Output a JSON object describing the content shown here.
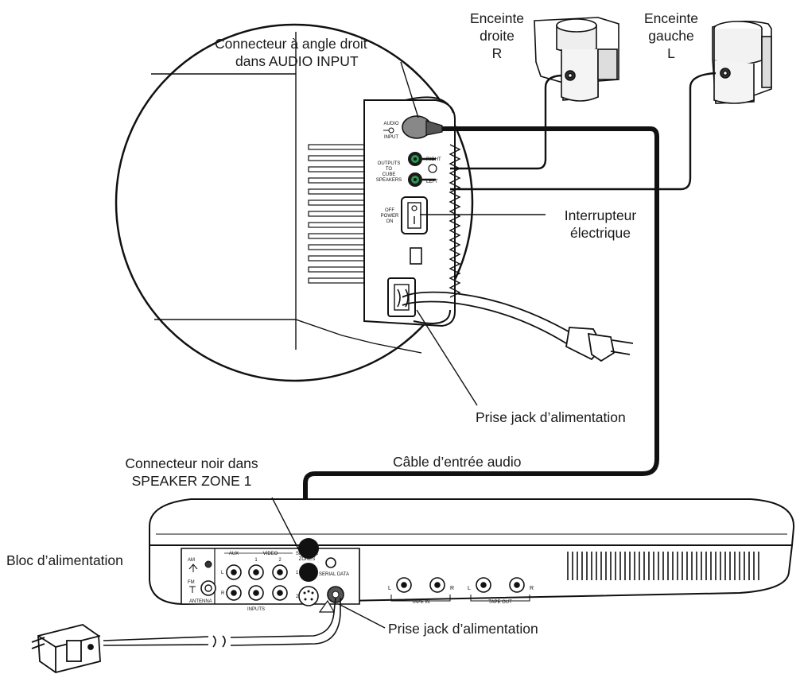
{
  "labels": {
    "right_speaker": [
      "Enceinte",
      "droite",
      "R"
    ],
    "left_speaker": [
      "Enceinte",
      "gauche",
      "L"
    ],
    "right_angle_connector": [
      "Connecteur à angle droit",
      "dans AUDIO INPUT"
    ],
    "power_switch": [
      "Interrupteur",
      "électrique"
    ],
    "power_jack_top": "Prise jack d’alimentation",
    "audio_input_cable": "Câble d’entrée audio",
    "black_connector": [
      "Connecteur noir dans",
      "SPEAKER ZONE 1"
    ],
    "power_supply": "Bloc d’alimentation",
    "power_jack_bottom": "Prise jack d’alimentation"
  },
  "module_panel": {
    "audio_input": [
      "AUDIO",
      "INPUT"
    ],
    "outputs": [
      "OUTPUTS",
      "TO",
      "CUBE",
      "SPEAKERS"
    ],
    "right": "RIGHT",
    "left": "LEFT",
    "power": [
      "OFF",
      "POWER",
      "ON"
    ]
  },
  "console_panel": {
    "am": "AM",
    "fm": "FM",
    "antenna": "ANTENNA",
    "aux": "AUX",
    "video": "VIDEO",
    "video_1": "1",
    "video_2": "2",
    "jack_l": "L",
    "jack_r": "R",
    "inputs": "INPUTS",
    "speaker_zones": [
      "SPEAKER",
      "ZONES"
    ],
    "zone_1": "1",
    "zone_2": "2",
    "serial_data": "SERIAL DATA",
    "tape_in": "TAPE IN",
    "tape_out": "TAPE OUT"
  }
}
